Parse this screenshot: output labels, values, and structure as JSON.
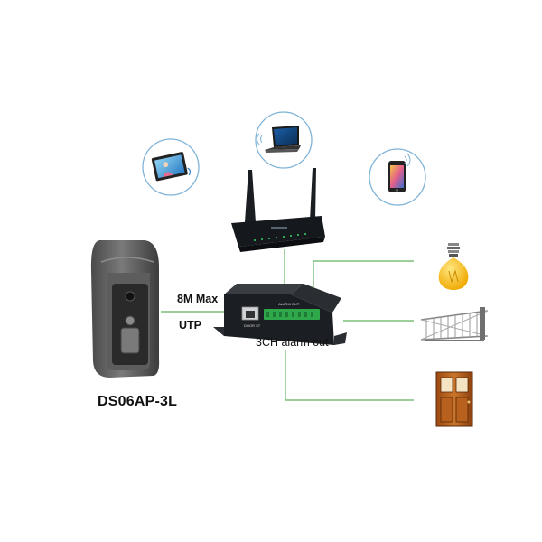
{
  "doorphone": {
    "model": "DS06AP-3L"
  },
  "link": {
    "distance": "8M Max",
    "cable": "UTP"
  },
  "controller": {
    "outputs_caption": "3CH alarm out",
    "panel_labels": [
      "ALARM OUT",
      "DOOR ST"
    ]
  },
  "clients": [
    {
      "icon": "tablet-icon"
    },
    {
      "icon": "laptop-icon"
    },
    {
      "icon": "smartphone-icon"
    }
  ],
  "outputs": [
    {
      "icon": "light-bulb-icon"
    },
    {
      "icon": "sliding-gate-icon"
    },
    {
      "icon": "door-icon"
    }
  ],
  "colors": {
    "wire": "#7bbf7b",
    "client_circle": "#7fb3d8",
    "router": "#15191e",
    "controller": "#1b1e22",
    "bulb": "#f5b800"
  }
}
